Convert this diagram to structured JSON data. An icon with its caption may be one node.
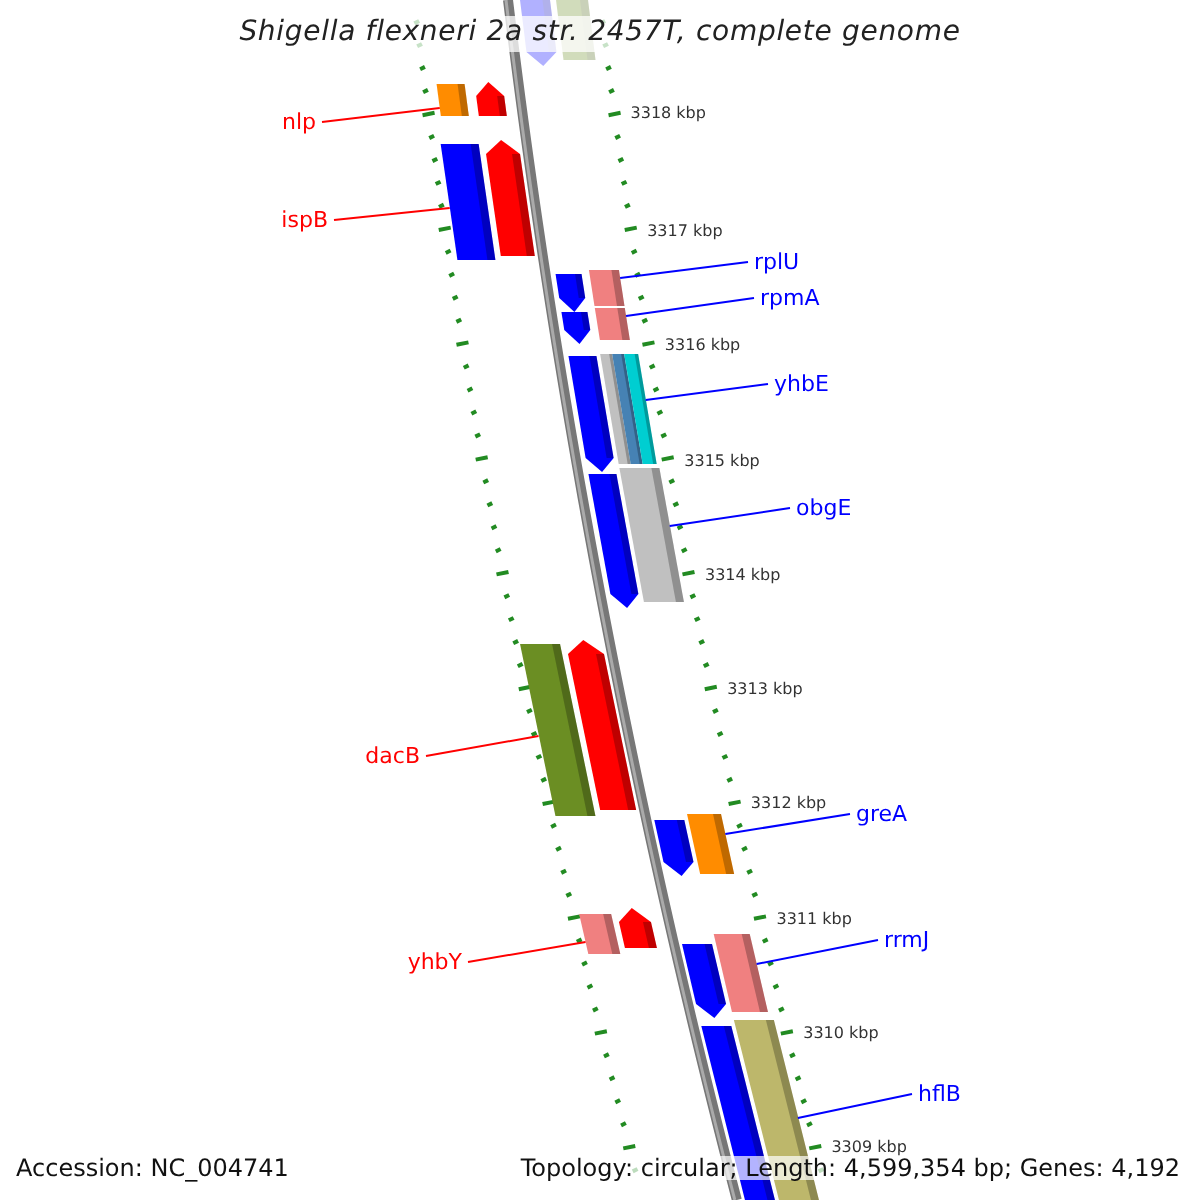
{
  "diagram": {
    "title": "Shigella flexneri 2a str. 2457T, complete genome",
    "nodes": [
      {
        "text": [
          "nlp"
        ]
      },
      {
        "text": [],
        "shape": "bar"
      },
      {
        "text": [
          "ispB"
        ]
      },
      {
        "text": [],
        "shape": "bar"
      },
      {
        "text": [
          "rplU"
        ]
      },
      {
        "text": [],
        "shape": "bar"
      },
      {
        "text": [
          "rpmA"
        ]
      },
      {
        "text": [],
        "shape": "bar"
      },
      {
        "text": [
          "yhbE"
        ]
      },
      {
        "text": [],
        "shape": "bar"
      },
      {
        "text": [
          "obgE"
        ]
      },
      {
        "text": [],
        "shape": "bar"
      },
      {
        "text": [
          "dacB"
        ]
      },
      {
        "text": [],
        "shape": "bar"
      },
      {
        "text": [
          "greA"
        ]
      },
      {
        "text": [],
        "shape": "bar"
      },
      {
        "text": [
          "yhbY"
        ]
      },
      {
        "text": [],
        "shape": "bar"
      },
      {
        "text": [
          "rrmJ"
        ]
      },
      {
        "text": [],
        "shape": "bar"
      },
      {
        "text": [
          "hflB"
        ]
      },
      {
        "text": [],
        "shape": "bar"
      }
    ],
    "edges": [
      {
        "from": 0,
        "to": 1,
        "arrow": "none",
        "color": "#ff0000"
      },
      {
        "from": 2,
        "to": 3,
        "arrow": "none",
        "color": "#ff0000"
      },
      {
        "from": 4,
        "to": 5,
        "arrow": "none"
      },
      {
        "from": 6,
        "to": 7,
        "arrow": "none"
      },
      {
        "from": 8,
        "to": 9,
        "arrow": "none"
      },
      {
        "from": 10,
        "to": 11,
        "arrow": "none"
      },
      {
        "from": 12,
        "to": 13,
        "arrow": "none",
        "color": "#ff0000"
      },
      {
        "from": 14,
        "to": 15,
        "arrow": "none"
      },
      {
        "from": 16,
        "to": 17,
        "arrow": "none",
        "color": "#ff0000"
      },
      {
        "from": 18,
        "to": 19,
        "arrow": "none"
      },
      {
        "from": 20,
        "to": 21,
        "arrow": "none"
      }
    ],
    "labels": [
      "3318 kbp",
      "3317 kbp",
      "3316 kbp",
      "3315 kbp",
      "3314 kbp",
      "3313 kbp",
      "3312 kbp",
      "3311 kbp",
      "3310 kbp",
      "3309 kbp",
      "Accession: NC_004741",
      "Topology: circular; Length: 4,599,354 bp; Genes: 4,192"
    ]
  }
}
